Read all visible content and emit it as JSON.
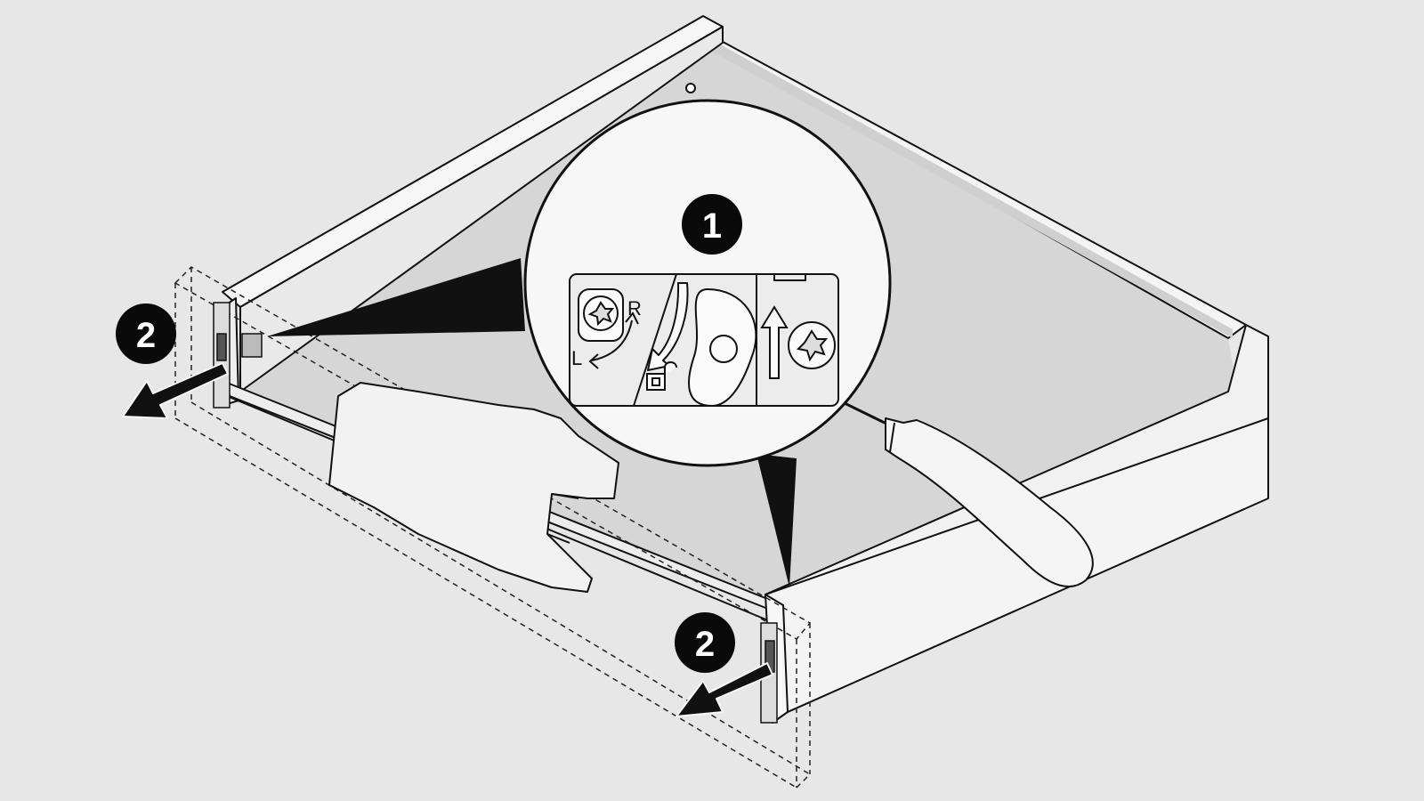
{
  "steps": {
    "step1": "1",
    "step2_left": "2",
    "step2_right": "2"
  },
  "detail": {
    "label_right": "R",
    "label_left": "L"
  },
  "colors": {
    "background": "#e7e7e7",
    "line": "#111111",
    "drawer_interior": "#d4d4d4",
    "drawer_face": "#f2f2f2",
    "badge": "#0a0a0a"
  },
  "icons": [
    "unlock-icon",
    "torx-screw-icon",
    "rotate-arrow-icon",
    "screwdriver-icon",
    "hand-icon",
    "pull-arrow-icon"
  ]
}
